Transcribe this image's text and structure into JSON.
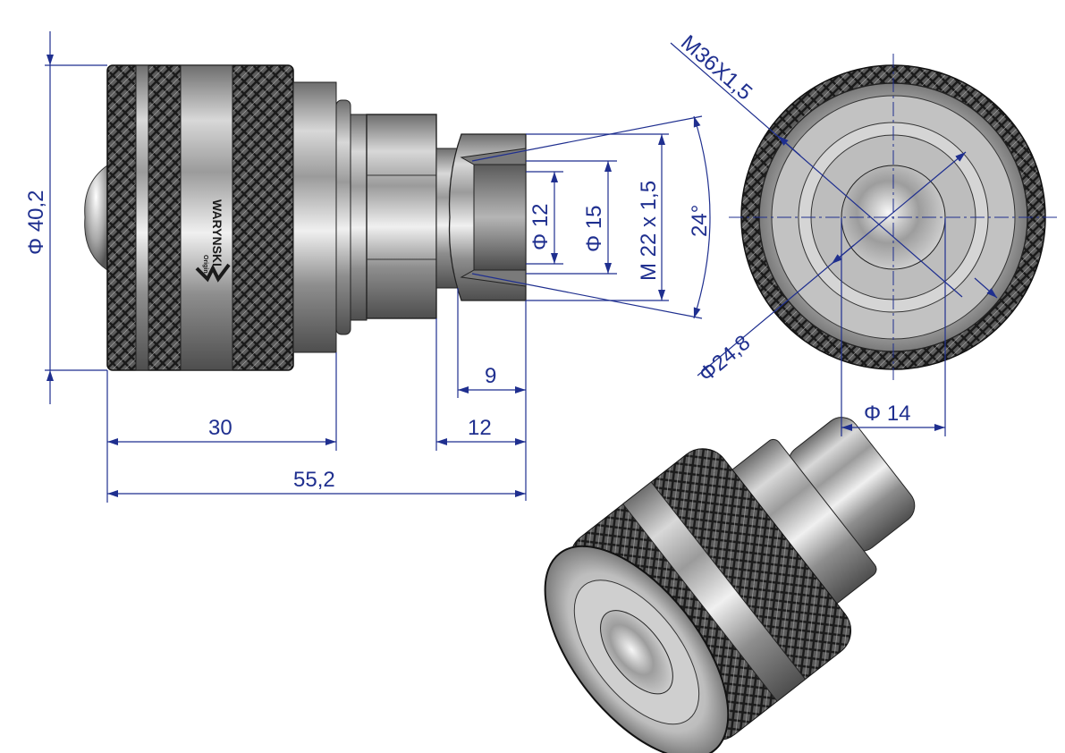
{
  "dimensions": {
    "outer_diameter": "Φ 40,2",
    "bore_diameter_12": "Φ 12",
    "bore_diameter_15": "Φ 15",
    "thread_male": "M 22 x 1,5",
    "cone_angle": "24°",
    "thread_female": "M36X1,5",
    "face_diameter_24": "Φ24,8",
    "face_diameter_14": "Φ 14",
    "len_9": "9",
    "len_12": "12",
    "len_30": "30",
    "len_total": "55,2"
  },
  "logo": {
    "brand": "WARYNSKI",
    "sub": "Origin"
  },
  "colors": {
    "dimension": "#1f2f8f",
    "steel_light": "#d9d9d9",
    "steel_dark": "#6b6b6b",
    "knurl_dark": "#3a3a3a"
  }
}
